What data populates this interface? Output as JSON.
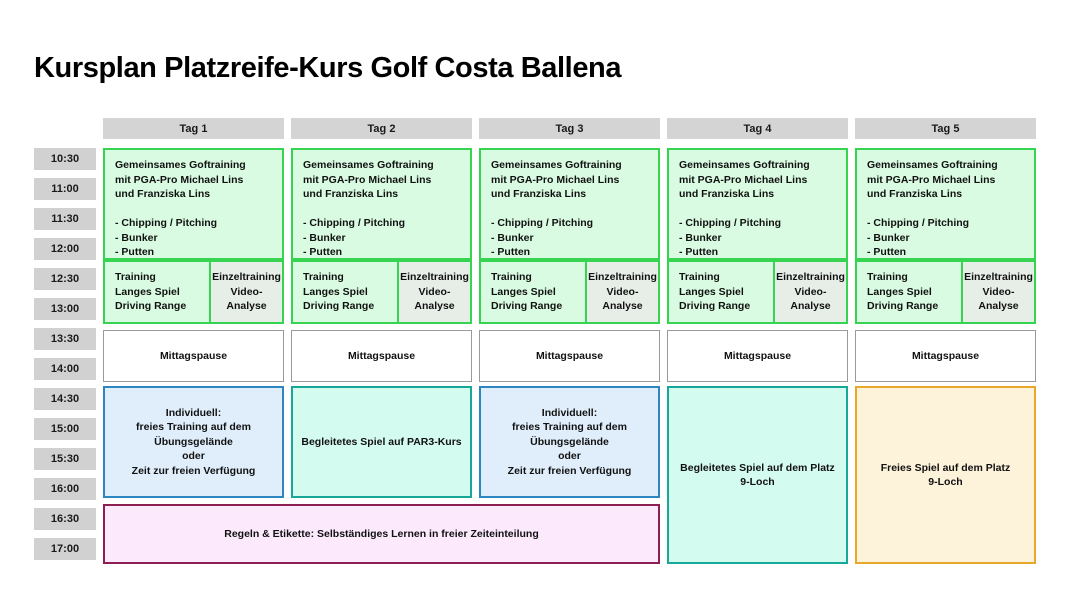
{
  "title": "Kursplan Platzreife-Kurs Golf Costa Ballena",
  "times": [
    "10:30",
    "11:00",
    "11:30",
    "12:00",
    "12:30",
    "13:00",
    "13:30",
    "14:00",
    "14:30",
    "15:00",
    "15:30",
    "16:00",
    "16:30",
    "17:00"
  ],
  "days": [
    {
      "label": "Tag 1"
    },
    {
      "label": "Tag 2"
    },
    {
      "label": "Tag 3"
    },
    {
      "label": "Tag 4"
    },
    {
      "label": "Tag 5"
    }
  ],
  "colors": {
    "morning_border": "#37d452",
    "morning_fill": "#d9fbe2",
    "single_fill": "#e7eee8",
    "break_border": "#9a9a9a",
    "break_fill": "#ffffff",
    "individual_border": "#2e86c1",
    "individual_fill": "#e0eefb",
    "guided_border": "#18a898",
    "guided_fill": "#d4fbef",
    "free_border": "#e8a92b",
    "free_fill": "#fdf2da",
    "rules_border": "#8c1e54",
    "rules_fill": "#fceafc",
    "time_chip": "#d1d1d1",
    "day_header": "#d4d4d4"
  },
  "blocks": {
    "morning": "Gemeinsames Goftraining\nmit PGA-Pro Michael Lins\nund Franziska Lins\n\n- Chipping /  Pitching\n- Bunker\n- Putten",
    "training_long": "Training\nLanges Spiel\nDriving Range",
    "single_training": "Einzeltraining\nVideo-Analyse",
    "lunch": "Mittagspause",
    "individual": "Individuell:\nfreies Training auf dem Übungsgelände\noder\nZeit zur freien Verfügung",
    "par3": "Begleitetes Spiel auf PAR3-Kurs",
    "guided_course": "Begleitetes Spiel auf dem Platz\n9-Loch",
    "free_course": "Freies Spiel auf dem Platz\n9-Loch",
    "rules": "Regeln & Etikette: Selbständiges Lernen in freier Zeiteinteilung"
  }
}
